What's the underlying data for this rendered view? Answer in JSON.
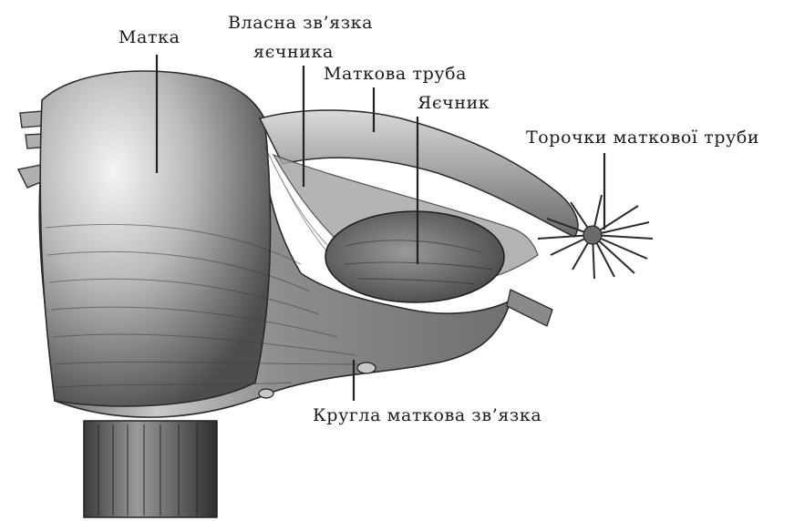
{
  "labels": {
    "uterus": "Матка",
    "ovarian_ligament_line1": "Власна зв’язка",
    "ovarian_ligament_line2": "яєчника",
    "fallopian_tube": "Маткова труба",
    "ovary": "Яєчник",
    "fimbriae": "Торочки маткової труби",
    "round_ligament": "Кругла маткова зв’язка"
  },
  "colors": {
    "background": "#ffffff",
    "text": "#1a1a1a",
    "leader_line": "#222222"
  }
}
